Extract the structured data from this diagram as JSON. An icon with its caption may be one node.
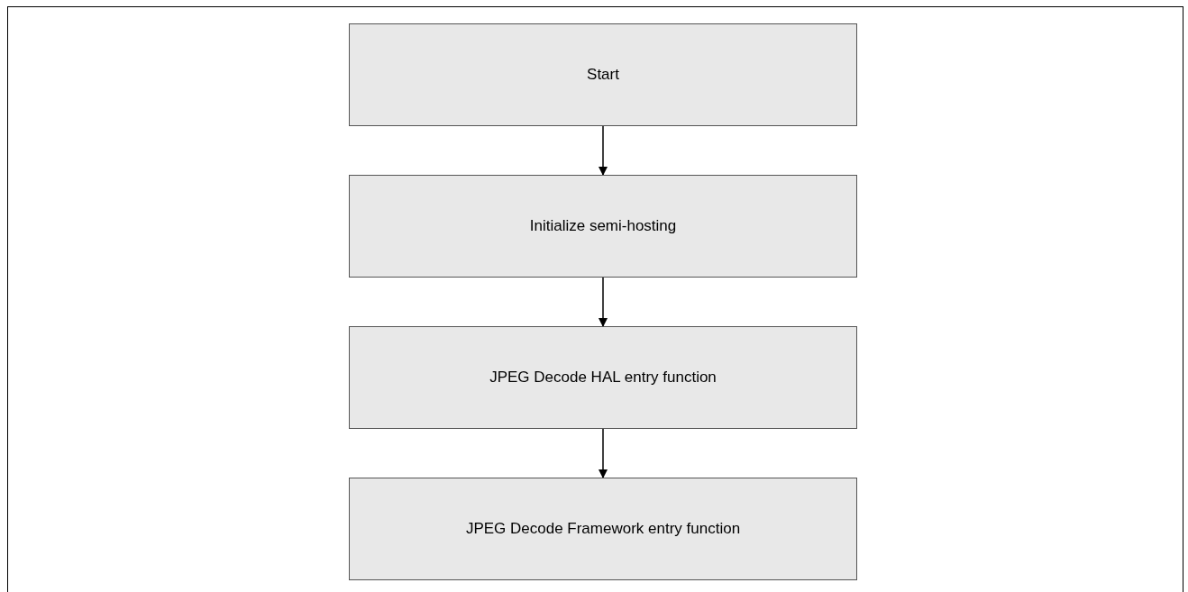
{
  "diagram": {
    "nodes": [
      {
        "text": [
          "Start"
        ]
      },
      {
        "text": [
          "Initialize semi-hosting"
        ]
      },
      {
        "text": [
          "JPEG Decode HAL entry function"
        ]
      },
      {
        "text": [
          "JPEG Decode Framework entry function"
        ]
      }
    ],
    "edges": [
      {
        "from": 0,
        "to": 1,
        "arrow": "to"
      },
      {
        "from": 1,
        "to": 2,
        "arrow": "to"
      },
      {
        "from": 2,
        "to": 3,
        "arrow": "to"
      }
    ]
  }
}
